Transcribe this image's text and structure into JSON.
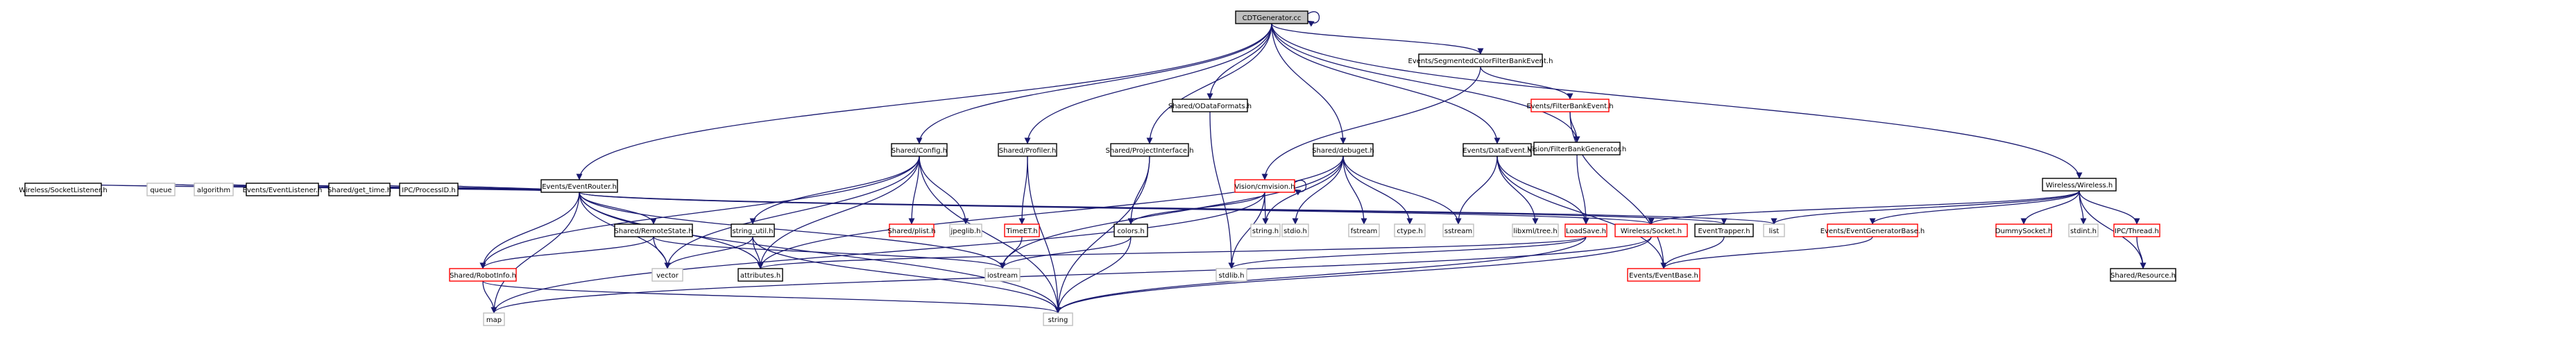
{
  "graph": {
    "title": "CDTGenerator.cc",
    "nodes": [
      {
        "id": "root",
        "label": "CDTGenerator.cc",
        "style": "root"
      },
      {
        "id": "segcfb",
        "label": "Events/SegmentedColorFilterBankEvent.h",
        "style": "normal"
      },
      {
        "id": "evrouter",
        "label": "Events/EventRouter.h",
        "style": "normal"
      },
      {
        "id": "shconfig",
        "label": "Shared/Config.h",
        "style": "normal"
      },
      {
        "id": "profiler",
        "label": "Shared/Profiler.h",
        "style": "normal"
      },
      {
        "id": "projiface",
        "label": "Shared/ProjectInterface.h",
        "style": "normal"
      },
      {
        "id": "odata",
        "label": "Shared/ODataFormats.h",
        "style": "normal"
      },
      {
        "id": "cmvision",
        "label": "Vision/cmvision.h",
        "style": "missing"
      },
      {
        "id": "debuget",
        "label": "Shared/debuget.h",
        "style": "normal"
      },
      {
        "id": "dataevent",
        "label": "Events/DataEvent.h",
        "style": "normal"
      },
      {
        "id": "filterbankevent",
        "label": "Events/FilterBankEvent.h",
        "style": "missing"
      },
      {
        "id": "fbgen",
        "label": "Vision/FilterBankGenerator.h",
        "style": "normal"
      },
      {
        "id": "wireless",
        "label": "Wireless/Wireless.h",
        "style": "normal"
      },
      {
        "id": "socklistener",
        "label": "Wireless/SocketListener.h",
        "style": "normal"
      },
      {
        "id": "queue",
        "label": "queue",
        "style": "system"
      },
      {
        "id": "algorithm",
        "label": "algorithm",
        "style": "system"
      },
      {
        "id": "evlistener",
        "label": "Events/EventListener.h",
        "style": "normal"
      },
      {
        "id": "gettime",
        "label": "Shared/get_time.h",
        "style": "normal"
      },
      {
        "id": "processid",
        "label": "IPC/ProcessID.h",
        "style": "normal"
      },
      {
        "id": "remotestate",
        "label": "Shared/RemoteState.h",
        "style": "normal"
      },
      {
        "id": "stringutil",
        "label": "string_util.h",
        "style": "normal"
      },
      {
        "id": "plist",
        "label": "Shared/plist.h",
        "style": "missing"
      },
      {
        "id": "jpeglib",
        "label": "jpeglib.h",
        "style": "system"
      },
      {
        "id": "timeet",
        "label": "TimeET.h",
        "style": "missing"
      },
      {
        "id": "colors",
        "label": "colors.h",
        "style": "normal"
      },
      {
        "id": "stringh",
        "label": "string.h",
        "style": "system"
      },
      {
        "id": "stdioh",
        "label": "stdio.h",
        "style": "system"
      },
      {
        "id": "fstream",
        "label": "fstream",
        "style": "system"
      },
      {
        "id": "ctype",
        "label": "ctype.h",
        "style": "system"
      },
      {
        "id": "sstream",
        "label": "sstream",
        "style": "system"
      },
      {
        "id": "libxml",
        "label": "libxml/tree.h",
        "style": "system"
      },
      {
        "id": "loadsave",
        "label": "LoadSave.h",
        "style": "missing"
      },
      {
        "id": "wsocket",
        "label": "Wireless/Socket.h",
        "style": "missing"
      },
      {
        "id": "evtrapper",
        "label": "EventTrapper.h",
        "style": "normal"
      },
      {
        "id": "list",
        "label": "list",
        "style": "system"
      },
      {
        "id": "evgenbase",
        "label": "Events/EventGeneratorBase.h",
        "style": "missing"
      },
      {
        "id": "dummysocket",
        "label": "DummySocket.h",
        "style": "missing"
      },
      {
        "id": "stdint",
        "label": "stdint.h",
        "style": "system"
      },
      {
        "id": "ipcthread",
        "label": "IPC/Thread.h",
        "style": "missing"
      },
      {
        "id": "robotinfo",
        "label": "Shared/RobotInfo.h",
        "style": "missing"
      },
      {
        "id": "vector",
        "label": "vector",
        "style": "system"
      },
      {
        "id": "attributes",
        "label": "attributes.h",
        "style": "normal"
      },
      {
        "id": "iostream",
        "label": "iostream",
        "style": "system"
      },
      {
        "id": "stdlib",
        "label": "stdlib.h",
        "style": "system"
      },
      {
        "id": "eventbase",
        "label": "Events/EventBase.h",
        "style": "missing"
      },
      {
        "id": "resource",
        "label": "Shared/Resource.h",
        "style": "normal"
      },
      {
        "id": "map",
        "label": "map",
        "style": "system"
      },
      {
        "id": "string",
        "label": "string",
        "style": "system"
      }
    ],
    "edges": [
      [
        "root",
        "segcfb"
      ],
      [
        "root",
        "evrouter"
      ],
      [
        "root",
        "shconfig"
      ],
      [
        "root",
        "profiler"
      ],
      [
        "root",
        "projiface"
      ],
      [
        "root",
        "odata"
      ],
      [
        "root",
        "debuget"
      ],
      [
        "root",
        "dataevent"
      ],
      [
        "root",
        "fbgen"
      ],
      [
        "root",
        "wireless"
      ],
      [
        "root",
        "root"
      ],
      [
        "segcfb",
        "filterbankevent"
      ],
      [
        "segcfb",
        "cmvision"
      ],
      [
        "filterbankevent",
        "fbgen"
      ],
      [
        "filterbankevent",
        "eventbase"
      ],
      [
        "evrouter",
        "socklistener"
      ],
      [
        "evrouter",
        "queue"
      ],
      [
        "evrouter",
        "algorithm"
      ],
      [
        "evrouter",
        "evlistener"
      ],
      [
        "evrouter",
        "gettime"
      ],
      [
        "evrouter",
        "processid"
      ],
      [
        "evrouter",
        "remotestate"
      ],
      [
        "evrouter",
        "robotinfo"
      ],
      [
        "evrouter",
        "vector"
      ],
      [
        "evrouter",
        "attributes"
      ],
      [
        "evrouter",
        "map"
      ],
      [
        "evrouter",
        "string"
      ],
      [
        "evrouter",
        "wsocket"
      ],
      [
        "evrouter",
        "evtrapper"
      ],
      [
        "evrouter",
        "list"
      ],
      [
        "evrouter",
        "iostream"
      ],
      [
        "shconfig",
        "stringutil"
      ],
      [
        "shconfig",
        "plist"
      ],
      [
        "shconfig",
        "jpeglib"
      ],
      [
        "shconfig",
        "robotinfo"
      ],
      [
        "shconfig",
        "vector"
      ],
      [
        "shconfig",
        "string"
      ],
      [
        "shconfig",
        "attributes"
      ],
      [
        "profiler",
        "timeet"
      ],
      [
        "profiler",
        "string"
      ],
      [
        "timeet",
        "iostream"
      ],
      [
        "projiface",
        "colors"
      ],
      [
        "projiface",
        "string"
      ],
      [
        "colors",
        "iostream"
      ],
      [
        "colors",
        "string"
      ],
      [
        "odata",
        "stdlib"
      ],
      [
        "cmvision",
        "colors"
      ],
      [
        "cmvision",
        "stringh"
      ],
      [
        "cmvision",
        "stdlib"
      ],
      [
        "cmvision",
        "map"
      ],
      [
        "cmvision",
        "cmvision"
      ],
      [
        "debuget",
        "stringh"
      ],
      [
        "debuget",
        "stdioh"
      ],
      [
        "debuget",
        "fstream"
      ],
      [
        "debuget",
        "ctype"
      ],
      [
        "debuget",
        "sstream"
      ],
      [
        "debuget",
        "iostream"
      ],
      [
        "debuget",
        "attributes"
      ],
      [
        "dataevent",
        "sstream"
      ],
      [
        "dataevent",
        "libxml"
      ],
      [
        "dataevent",
        "loadsave"
      ],
      [
        "dataevent",
        "eventbase"
      ],
      [
        "fbgen",
        "loadsave"
      ],
      [
        "wireless",
        "wsocket"
      ],
      [
        "wireless",
        "list"
      ],
      [
        "wireless",
        "evgenbase"
      ],
      [
        "wireless",
        "dummysocket"
      ],
      [
        "wireless",
        "stdint"
      ],
      [
        "wireless",
        "ipcthread"
      ],
      [
        "wireless",
        "resource"
      ],
      [
        "remotestate",
        "robotinfo"
      ],
      [
        "remotestate",
        "vector"
      ],
      [
        "remotestate",
        "iostream"
      ],
      [
        "stringutil",
        "vector"
      ],
      [
        "stringutil",
        "attributes"
      ],
      [
        "stringutil",
        "string"
      ],
      [
        "robotinfo",
        "map"
      ],
      [
        "robotinfo",
        "string"
      ],
      [
        "loadsave",
        "stdlib"
      ],
      [
        "loadsave",
        "string"
      ],
      [
        "loadsave",
        "attributes"
      ],
      [
        "wsocket",
        "string"
      ],
      [
        "wsocket",
        "map"
      ],
      [
        "evtrapper",
        "eventbase"
      ],
      [
        "evgenbase",
        "eventbase"
      ],
      [
        "ipcthread",
        "resource"
      ]
    ]
  }
}
